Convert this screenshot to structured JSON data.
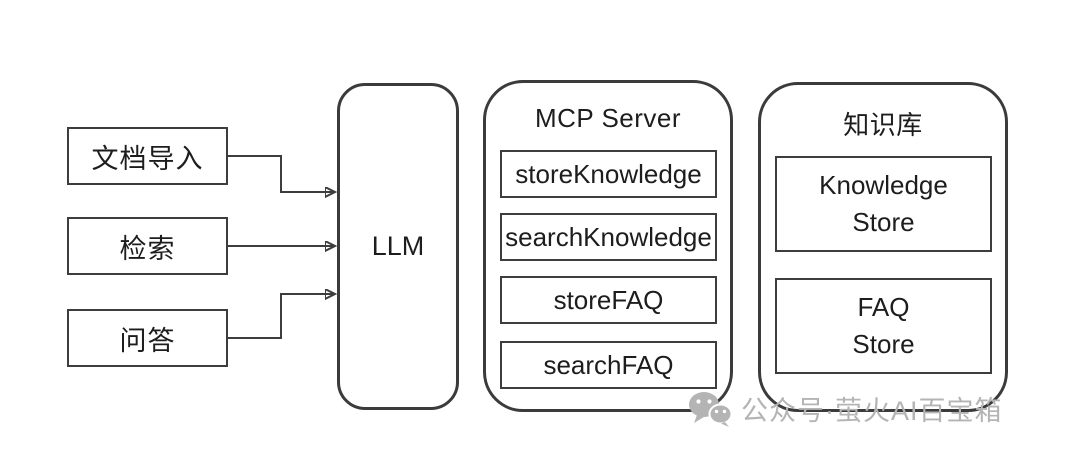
{
  "diagram": {
    "inputs": [
      {
        "label": "文档导入"
      },
      {
        "label": "检索"
      },
      {
        "label": "问答"
      }
    ],
    "llm": {
      "label": "LLM"
    },
    "mcp_server": {
      "title": "MCP Server",
      "tools": [
        "storeKnowledge",
        "searchKnowledge",
        "storeFAQ",
        "searchFAQ"
      ]
    },
    "knowledge_base": {
      "title": "知识库",
      "stores": [
        {
          "line1": "Knowledge",
          "line2": "Store"
        },
        {
          "line1": "FAQ",
          "line2": "Store"
        }
      ]
    },
    "watermark": {
      "icon": "wechat-icon",
      "text": "公众号·萤火AI百宝箱",
      "color": "#b4b4b4"
    },
    "colors": {
      "stroke": "#3d3d3d",
      "text": "#1d1d1d",
      "background": "#ffffff"
    }
  }
}
